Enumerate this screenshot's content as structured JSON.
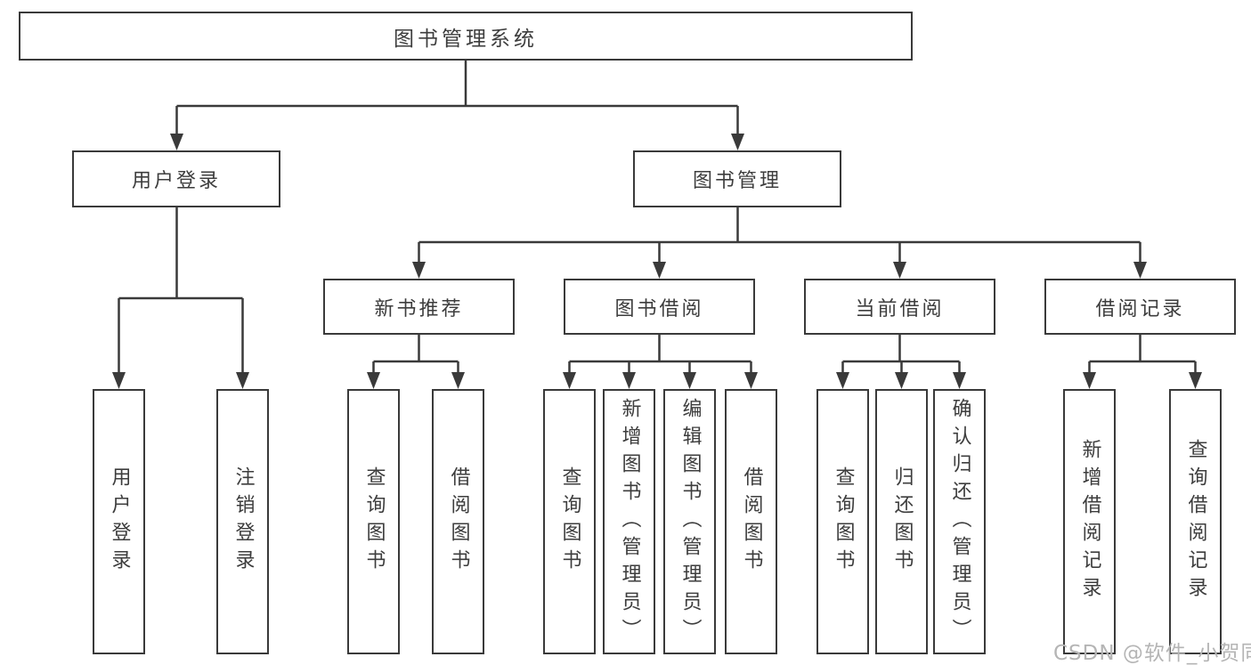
{
  "diagram_type": "hierarchy-tree",
  "colors": {
    "line": "#3a3a3a",
    "box_border": "#3a3a3a",
    "text": "#3d3d3d",
    "background": "#ffffff",
    "watermark": "#b5b5b5"
  },
  "root": {
    "label": "图书管理系统"
  },
  "branches": [
    {
      "label": "用户登录",
      "children": [
        {
          "label": "用户登录"
        },
        {
          "label": "注销登录"
        }
      ]
    },
    {
      "label": "图书管理",
      "children": [
        {
          "label": "新书推荐",
          "children": [
            {
              "label": "查询图书"
            },
            {
              "label": "借阅图书"
            }
          ]
        },
        {
          "label": "图书借阅",
          "children": [
            {
              "label": "查询图书"
            },
            {
              "label": "新增图书（管理员）"
            },
            {
              "label": "编辑图书（管理员）"
            },
            {
              "label": "借阅图书"
            }
          ]
        },
        {
          "label": "当前借阅",
          "children": [
            {
              "label": "查询图书"
            },
            {
              "label": "归还图书"
            },
            {
              "label": "确认归还（管理员）"
            }
          ]
        },
        {
          "label": "借阅记录",
          "children": [
            {
              "label": "新增借阅记录"
            },
            {
              "label": "查询借阅记录"
            }
          ]
        }
      ]
    }
  ],
  "watermark": {
    "text": "CSDN @软件_小贺同学"
  }
}
